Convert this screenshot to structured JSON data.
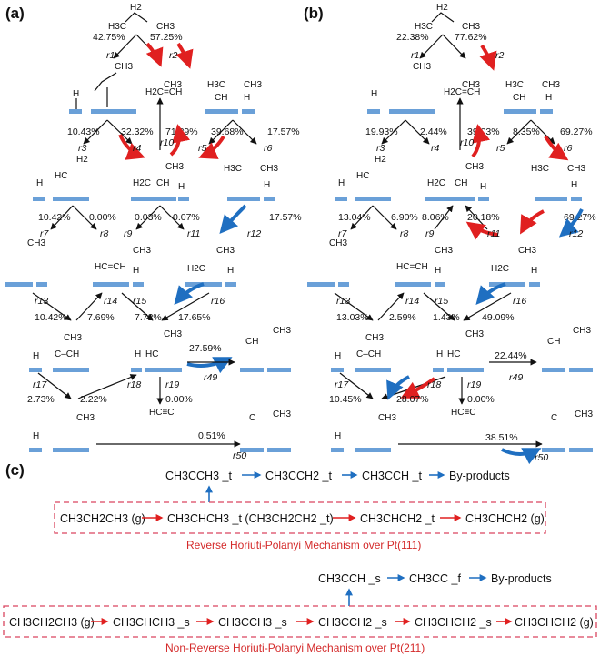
{
  "panels": {
    "a": "(a)",
    "b": "(b)",
    "c": "(c)"
  },
  "molecules": {
    "propane_h2": "H2",
    "propane_h3c": "H3C",
    "propane_ch3": "CH3",
    "h": "H",
    "h2c_ch": "H2C=CH",
    "ch3": "CH3",
    "hc": "HC",
    "hc_ch": "HC=CH",
    "h2c": "H2C",
    "ch": "CH",
    "c": "C",
    "hc_triple_c": "HC≡C",
    "c_ch": "C–CH",
    "h2": "H2",
    "h3c": "H3C"
  },
  "panel_a": {
    "pct": {
      "r1": "42.75%",
      "r2": "57.25%",
      "r3": "10.43%",
      "r4": "32.32%",
      "r10": "71.89%",
      "r5": "39.68%",
      "r6": "17.57%",
      "r7": "10.42%",
      "r8": "0.00%",
      "r9": "0.03%",
      "r11": "0.07%",
      "r12": "17.57%",
      "r13": "10.42%",
      "r14": "7.69%",
      "r15": "7.72%",
      "r16": "17.65%",
      "r49": "27.59%",
      "r17": "2.73%",
      "r18": "2.22%",
      "r19": "0.00%",
      "r50": "0.51%"
    }
  },
  "panel_b": {
    "pct": {
      "r1": "22.38%",
      "r2": "77.62%",
      "r3": "19.93%",
      "r4": "2.44%",
      "r10": "39.03%",
      "r5": "8.35%",
      "r6": "69.27%",
      "r7": "13.04%",
      "r8": "6.90%",
      "r9": "8.06%",
      "r11": "20.18%",
      "r12": "69.27%",
      "r13": "13.03%",
      "r14": "2.59%",
      "r15": "1.43%",
      "r16": "49.09%",
      "r49": "22.44%",
      "r17": "10.45%",
      "r18": "28.07%",
      "r19": "0.00%",
      "r50": "38.51%"
    }
  },
  "rates": {
    "r1": "r1",
    "r2": "r2",
    "r3": "r3",
    "r4": "r4",
    "r5": "r5",
    "r6": "r6",
    "r7": "r7",
    "r8": "r8",
    "r9": "r9",
    "r10": "r10",
    "r11": "r11",
    "r12": "r12",
    "r13": "r13",
    "r14": "r14",
    "r15": "r15",
    "r16": "r16",
    "r17": "r17",
    "r18": "r18",
    "r19": "r19",
    "r49": "r49",
    "r50": "r50"
  },
  "mechanism_111": {
    "side_chain": [
      "CH3CCH3 _t",
      "CH3CCH2 _t",
      "CH3CCH _t",
      "By-products"
    ],
    "main_chain": [
      "CH3CH2CH3 (g)",
      "CH3CHCH3 _t (CH3CH2CH2 _t)",
      "CH3CHCH2 _t",
      "CH3CHCH2 (g)"
    ],
    "caption": "Reverse Horiuti-Polanyi Mechanism over Pt(111)"
  },
  "mechanism_211": {
    "side_chain": [
      "CH3CCH _s",
      "CH3CC _f",
      "By-products"
    ],
    "main_chain": [
      "CH3CH2CH3 (g)",
      "CH3CHCH3 _s",
      "CH3CCH3 _s",
      "CH3CCH2 _s",
      "CH3CHCH2 _s",
      "CH3CHCH2 (g)"
    ],
    "caption": "Non-Reverse Horiuti-Polanyi Mechanism over Pt(211)"
  },
  "colors": {
    "accent_red": "#e02020",
    "accent_blue": "#1f6fc1",
    "surface": "#6aa0d8",
    "dash": "#d9455f"
  }
}
